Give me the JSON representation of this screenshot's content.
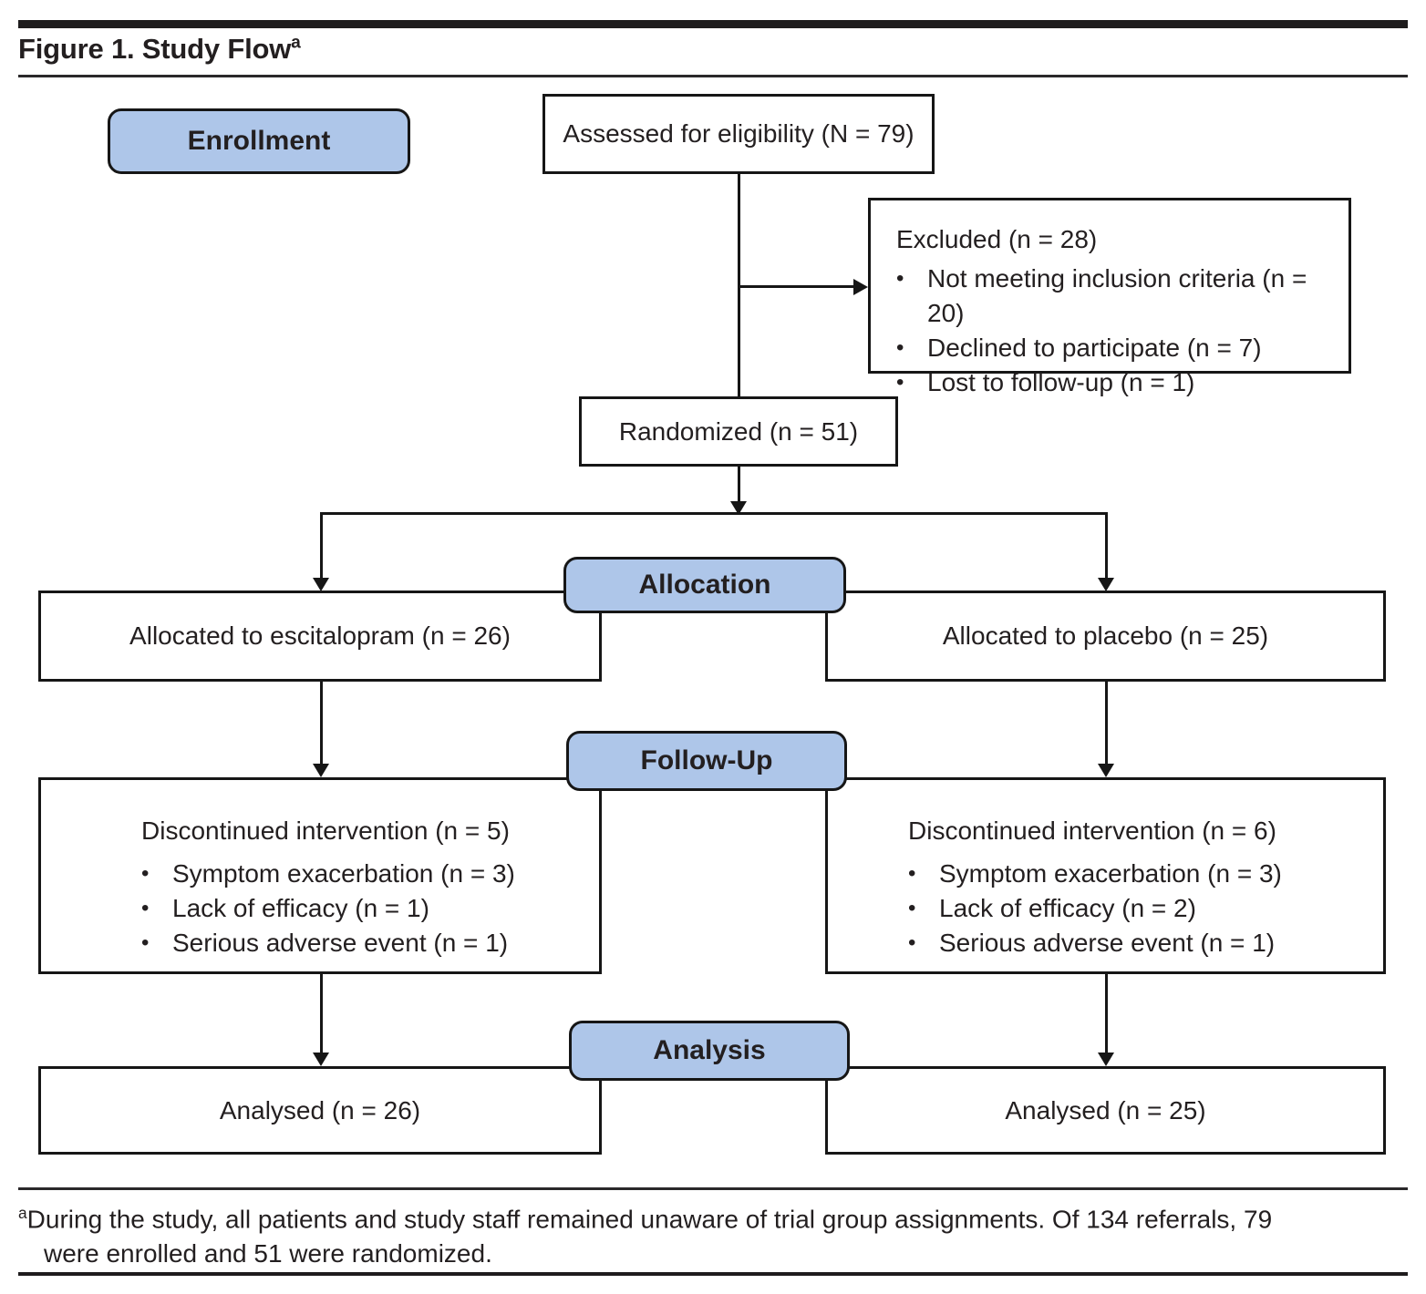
{
  "header": {
    "title": "Figure 1. Study Flow",
    "title_superscript": "a"
  },
  "glyphs": {
    "bullet": "•"
  },
  "flow": {
    "enrollment_label": "Enrollment",
    "assessed": "Assessed for eligibility (N = 79)",
    "excluded_title": "Excluded (n = 28)",
    "excluded_items": [
      "Not meeting inclusion criteria (n = 20)",
      "Declined to participate (n = 7)",
      "Lost to follow-up (n = 1)"
    ],
    "randomized": "Randomized (n = 51)",
    "allocation_label": "Allocation",
    "allocated_escitalopram": "Allocated to escitalopram (n = 26)",
    "allocated_placebo": "Allocated to placebo (n = 25)",
    "followup_label": "Follow-Up",
    "discontinued_escitalopram_title": "Discontinued intervention (n = 5)",
    "discontinued_escitalopram_items": [
      "Symptom exacerbation (n = 3)",
      "Lack of efficacy (n = 1)",
      "Serious adverse event (n = 1)"
    ],
    "discontinued_placebo_title": "Discontinued intervention (n = 6)",
    "discontinued_placebo_items": [
      "Symptom exacerbation (n = 3)",
      "Lack of efficacy (n = 2)",
      "Serious adverse event (n = 1)"
    ],
    "analysis_label": "Analysis",
    "analysed_escitalopram": "Analysed (n = 26)",
    "analysed_placebo": "Analysed (n = 25)"
  },
  "footnote": {
    "marker": "a",
    "lines": [
      "During the study, all patients and study staff remained unaware of trial group assignments. Of 134 referrals, 79",
      "were enrolled and 51 were randomized."
    ]
  },
  "colors": {
    "stage_fill": "#AEC6E9",
    "line": "#161616",
    "text": "#231F20",
    "rule": "#1E1C1D"
  }
}
